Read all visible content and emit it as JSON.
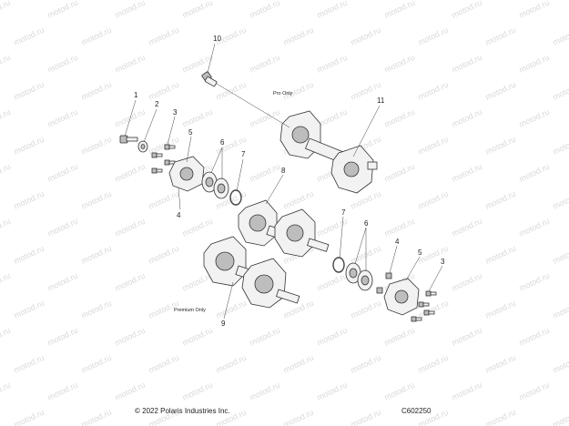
{
  "notes": {
    "pro_only": "Pro Only",
    "premium_only": "Premium Only"
  },
  "footer": {
    "copyright": "© 2022 Polaris Industries Inc.",
    "code": "C602250"
  },
  "watermark": "motod.ru",
  "callouts": [
    {
      "id": "c10",
      "text": "10"
    },
    {
      "id": "c11",
      "text": "11"
    },
    {
      "id": "c1",
      "text": "1"
    },
    {
      "id": "c2",
      "text": "2"
    },
    {
      "id": "c3a",
      "text": "3"
    },
    {
      "id": "c5a",
      "text": "5"
    },
    {
      "id": "c6a",
      "text": "6"
    },
    {
      "id": "c7a",
      "text": "7"
    },
    {
      "id": "c4a",
      "text": "4"
    },
    {
      "id": "c8",
      "text": "8"
    },
    {
      "id": "c7b",
      "text": "7"
    },
    {
      "id": "c6b",
      "text": "6"
    },
    {
      "id": "c4b",
      "text": "4"
    },
    {
      "id": "c5b",
      "text": "5"
    },
    {
      "id": "c3b",
      "text": "3"
    },
    {
      "id": "c9",
      "text": "9"
    }
  ]
}
